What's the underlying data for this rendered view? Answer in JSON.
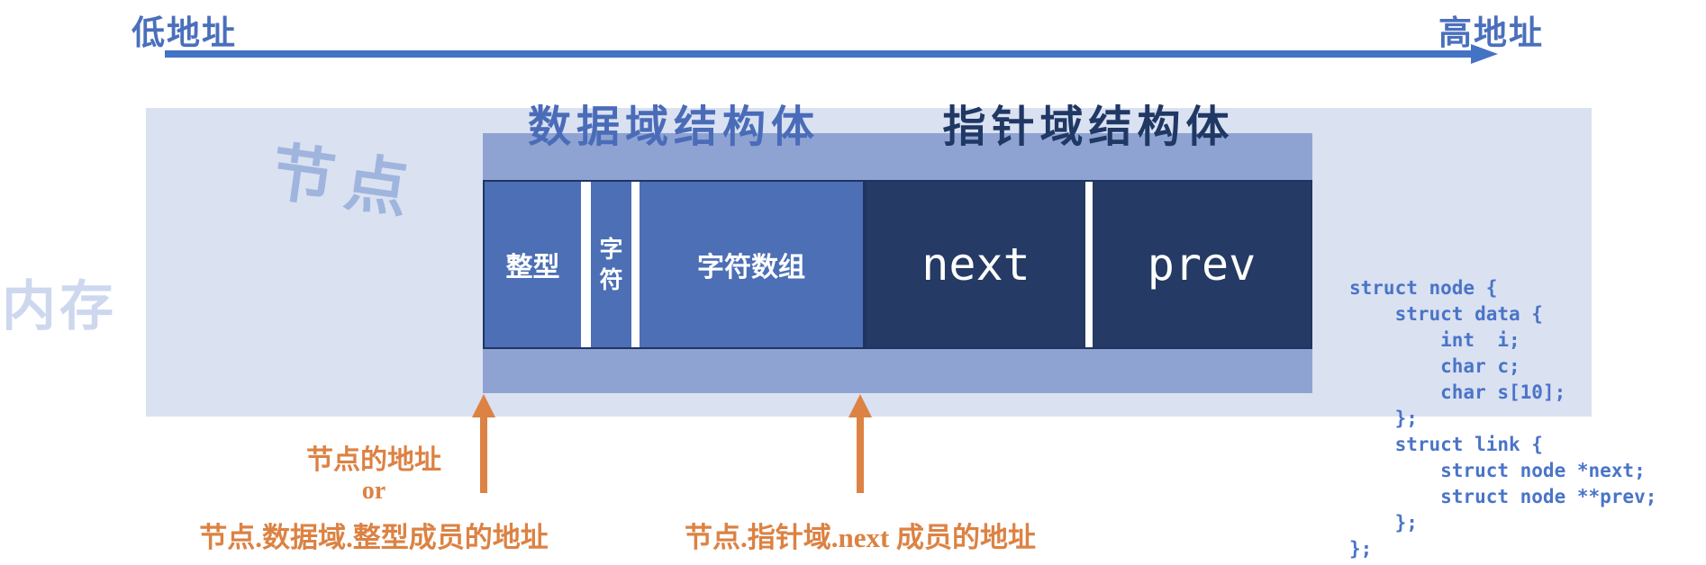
{
  "colors": {
    "title-blue": "#4a6fbc",
    "arrow-blue": "#4472c4",
    "box-bg": "#dae1f1",
    "memory-label": "#cdd8ee",
    "node-label": "#9fb5dd",
    "band-bg": "#8fa3d3",
    "data-header": "#4a6cb8",
    "pointer-header": "#203864",
    "cell-blue": "#4c6fb5",
    "cell-navy": "#253a64",
    "cell-border": "#1f3460",
    "orange": "#dc8243",
    "code-blue": "#4a74c8"
  },
  "axis": {
    "low_address": "低地址",
    "high_address": "高地址"
  },
  "memory": {
    "label": "内存",
    "node_label": "节点"
  },
  "struct_headers": {
    "data": "数据域结构体",
    "pointer": "指针域结构体"
  },
  "cells": {
    "int": "整型",
    "char": "字符",
    "char_array": "字符数组",
    "next": "next",
    "prev": "prev"
  },
  "annotations": {
    "node_addr_line1": "节点的地址",
    "node_addr_line2": "or",
    "node_addr_line3": "节点.数据域.整型成员的地址",
    "next_addr": "节点.指针域.next 成员的地址"
  },
  "code": {
    "text": "struct node {\n    struct data {\n        int  i;\n        char c;\n        char s[10];\n    };\n    struct link {\n        struct node *next;\n        struct node **prev;\n    };\n};"
  }
}
